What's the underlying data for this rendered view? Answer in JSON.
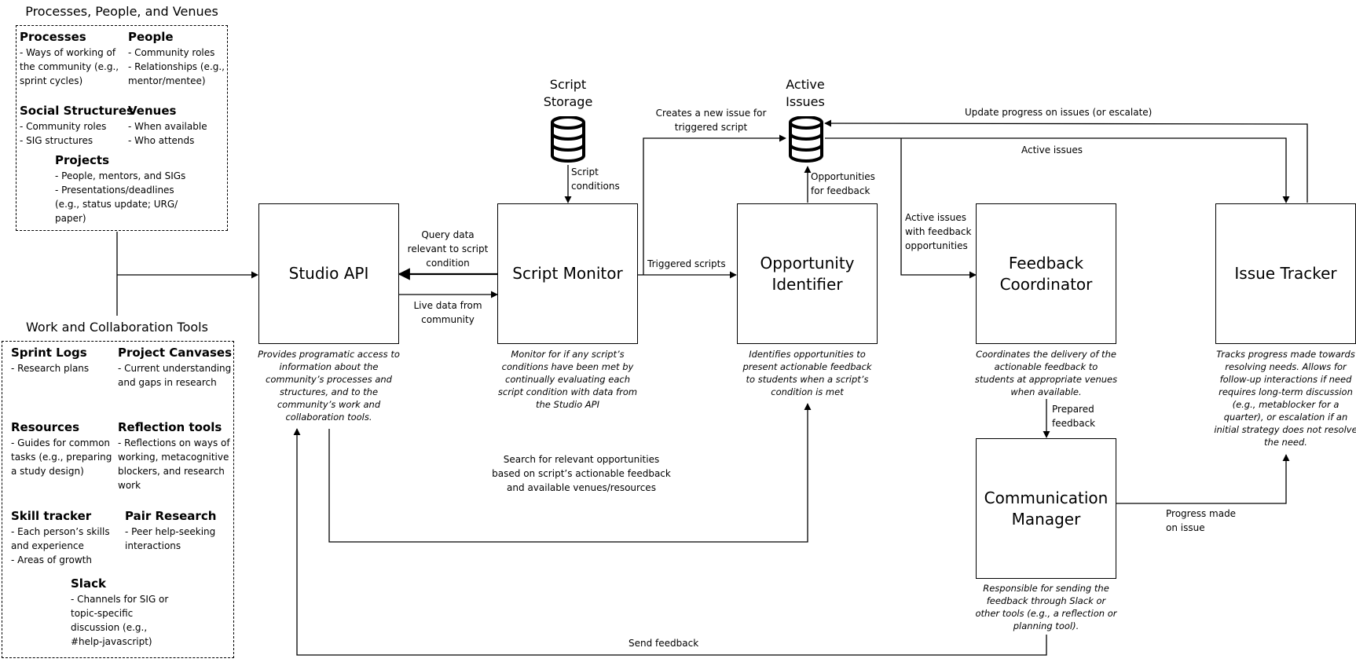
{
  "groups": {
    "top": {
      "title": "Processes, People, and Venues",
      "items": [
        {
          "heading": "Processes",
          "lines": [
            "- Ways of working of",
            "the community (e.g.,",
            "sprint cycles)"
          ]
        },
        {
          "heading": "People",
          "lines": [
            "- Community roles",
            "- Relationships (e.g.,",
            "mentor/mentee)"
          ]
        },
        {
          "heading": "Social Structures",
          "lines": [
            "- Community roles",
            "- SIG structures"
          ]
        },
        {
          "heading": "Venues",
          "lines": [
            "- When available",
            "- Who attends"
          ]
        },
        {
          "heading": "Projects",
          "lines": [
            "- People, mentors, and SIGs",
            "- Presentations/deadlines",
            "(e.g., status update; URG/",
            "paper)"
          ]
        }
      ]
    },
    "bottom": {
      "title": "Work and Collaboration Tools",
      "items": [
        {
          "heading": "Sprint Logs",
          "lines": [
            "- Research plans"
          ]
        },
        {
          "heading": "Project Canvases",
          "lines": [
            "- Current understanding",
            "and gaps in research"
          ]
        },
        {
          "heading": "Resources",
          "lines": [
            "- Guides for common",
            "tasks (e.g., preparing",
            "a study design)"
          ]
        },
        {
          "heading": "Reflection tools",
          "lines": [
            "- Reflections on ways of",
            "working, metacognitive",
            "blockers, and research",
            "work"
          ]
        },
        {
          "heading": "Skill tracker",
          "lines": [
            "- Each person’s skills",
            "and experience",
            "- Areas of growth"
          ]
        },
        {
          "heading": "Pair Research",
          "lines": [
            "- Peer help-seeking",
            "interactions"
          ]
        },
        {
          "heading": "Slack",
          "lines": [
            "- Channels for SIG or",
            "topic-specific",
            "discussion (e.g.,",
            "#help-javascript)"
          ]
        }
      ]
    }
  },
  "databases": {
    "script_storage": {
      "label": [
        "Script",
        "Storage"
      ]
    },
    "active_issues": {
      "label": [
        "Active",
        "Issues"
      ]
    }
  },
  "components": [
    {
      "id": "studio-api",
      "label": [
        "Studio API"
      ],
      "desc": [
        "Provides programatic access to",
        "information about the",
        "community’s processes and",
        "structures, and to the",
        "community’s work and",
        "collaboration tools."
      ]
    },
    {
      "id": "script-monitor",
      "label": [
        "Script Monitor"
      ],
      "desc": [
        "Monitor for if any script’s",
        "conditions have been met by",
        "continually evaluating each",
        "script condition with data from",
        "the Studio API"
      ]
    },
    {
      "id": "opportunity-identifier",
      "label": [
        "Opportunity",
        "Identifier"
      ],
      "desc": [
        "Identifies opportunities to",
        "present actionable feedback",
        "to students when a script’s",
        "condition is met"
      ]
    },
    {
      "id": "feedback-coordinator",
      "label": [
        "Feedback",
        "Coordinator"
      ],
      "desc": [
        "Coordinates the delivery of the",
        "actionable feedback to",
        "students at appropriate venues",
        "when available."
      ]
    },
    {
      "id": "issue-tracker",
      "label": [
        "Issue Tracker"
      ],
      "desc": [
        "Tracks progress made towards",
        "resolving needs. Allows for",
        "follow-up interactions if need",
        "requires long-term discussion",
        "(e.g., metablocker for a",
        "quarter), or escalation if an",
        "initial strategy does not resolve",
        "the need."
      ]
    },
    {
      "id": "communication-manager",
      "label": [
        "Communication",
        "Manager"
      ],
      "desc": [
        "Responsible for sending the",
        "feedback through Slack or",
        "other tools (e.g., a reflection or",
        "planning tool)."
      ]
    }
  ],
  "edges": {
    "script_conditions": [
      "Script",
      "conditions"
    ],
    "query_data": [
      "Query data",
      "relevant to script",
      "condition"
    ],
    "live_data": [
      "Live data from",
      "community"
    ],
    "triggered_scripts": [
      "Triggered scripts"
    ],
    "creates_issue": [
      "Creates a new issue for",
      "triggered script"
    ],
    "opportunities_feedback": [
      "Opportunities",
      "for feedback"
    ],
    "update_progress": [
      "Update progress on issues (or escalate)"
    ],
    "active_issues_edge": [
      "Active issues"
    ],
    "active_with_feedback": [
      "Active issues",
      "with feedback",
      "opportunities"
    ],
    "prepared_feedback": [
      "Prepared",
      "feedback"
    ],
    "progress_made": [
      "Progress made",
      "on issue"
    ],
    "search_opportunities": [
      "Search for relevant opportunities",
      "based on script’s actionable feedback",
      "and available venues/resources"
    ],
    "send_feedback": [
      "Send feedback"
    ]
  }
}
